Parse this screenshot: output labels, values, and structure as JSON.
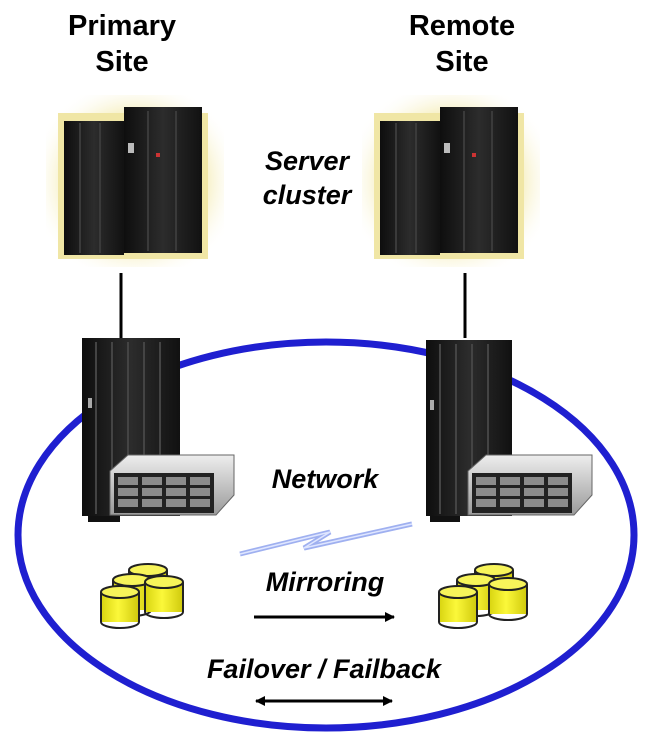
{
  "sites": {
    "primary": {
      "line1": "Primary",
      "line2": "Site"
    },
    "remote": {
      "line1": "Remote",
      "line2": "Site"
    }
  },
  "labels": {
    "server_cluster_1": "Server",
    "server_cluster_2": "cluster",
    "network": "Network",
    "mirroring": "Mirroring",
    "failover": "Failover / Failback"
  },
  "colors": {
    "ellipse": "#1f1fd0",
    "disk_fill": "#f2ee1a",
    "network_bolt": "#9fb0f0",
    "server_glow": "#f1e7a8",
    "hardware": "#1c1c1c"
  },
  "icons": {
    "primary_server": "mainframe-icon",
    "remote_server": "mainframe-icon",
    "primary_storage": "storage-rack-icon",
    "remote_storage": "storage-rack-icon",
    "primary_disks": "disk-stack-icon",
    "remote_disks": "disk-stack-icon",
    "network": "lightning-link-icon"
  }
}
